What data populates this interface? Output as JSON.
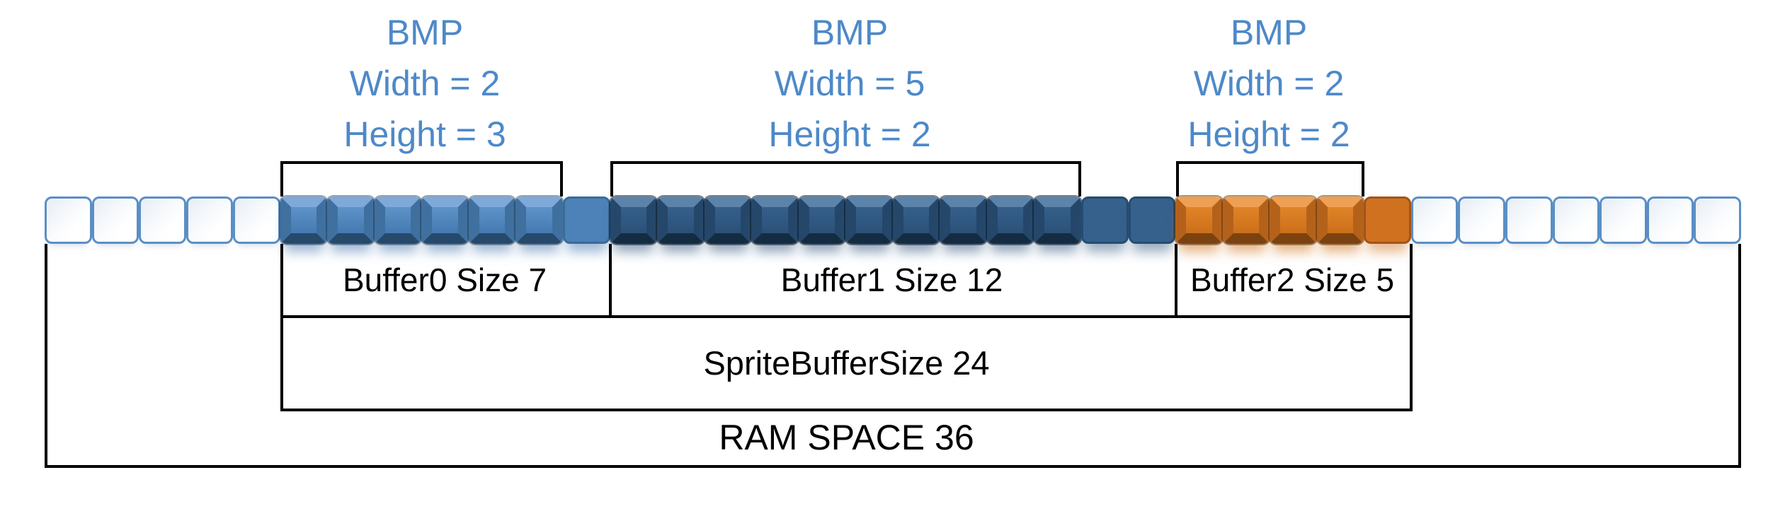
{
  "colors": {
    "bmp_text": "#4e89c8",
    "line_black": "#000000",
    "label_text": "#000000",
    "empty_border": "#5b8fc5",
    "blue_top": "#7ea9d8",
    "blue_side": "#40709f",
    "blue_bottom": "#27496c",
    "blue_flat": "#4c82b7",
    "blue_flat_border": "#3a6b9a",
    "navy_top": "#5c84aa",
    "navy_side": "#25476a",
    "navy_bottom": "#142c42",
    "navy_flat": "#35618c",
    "navy_flat_border": "#264c72",
    "orange_top": "#efa054",
    "orange_side": "#b4621b",
    "orange_bottom": "#7c4210",
    "orange_flat": "#d0711f",
    "orange_flat_border": "#a0551a"
  },
  "bmp_labels": [
    {
      "title": "BMP",
      "width": "Width = 2",
      "height": "Height = 3"
    },
    {
      "title": "BMP",
      "width": "Width = 5",
      "height": "Height = 2"
    },
    {
      "title": "BMP",
      "width": "Width = 2",
      "height": "Height = 2"
    }
  ],
  "buffers": [
    {
      "label": "Buffer0 Size 7",
      "size": 7,
      "bitmap_cells": 6,
      "padding_cells": 1
    },
    {
      "label": "Buffer1 Size 12",
      "size": 12,
      "bitmap_cells": 10,
      "padding_cells": 2
    },
    {
      "label": "Buffer2 Size 5",
      "size": 5,
      "bitmap_cells": 4,
      "padding_cells": 1
    }
  ],
  "sprite_buffer": {
    "label": "SpriteBufferSize 24",
    "size": 24
  },
  "ram": {
    "label": "RAM SPACE 36",
    "size": 36
  },
  "memory_row": {
    "total_cells": 36,
    "segments": [
      {
        "name": "free-left",
        "type": "empty",
        "count": 5
      },
      {
        "name": "buffer0-bitmap-cell",
        "type": "pillow-blue",
        "count": 6
      },
      {
        "name": "buffer0-padding-cell",
        "type": "flat-blue",
        "count": 1
      },
      {
        "name": "buffer1-bitmap-cell",
        "type": "pillow-navy",
        "count": 10
      },
      {
        "name": "buffer1-padding-cell",
        "type": "flat-navy",
        "count": 2
      },
      {
        "name": "buffer2-bitmap-cell",
        "type": "pillow-orange",
        "count": 4
      },
      {
        "name": "buffer2-padding-cell",
        "type": "flat-orange",
        "count": 1
      },
      {
        "name": "free-right",
        "type": "empty",
        "count": 7
      }
    ]
  }
}
